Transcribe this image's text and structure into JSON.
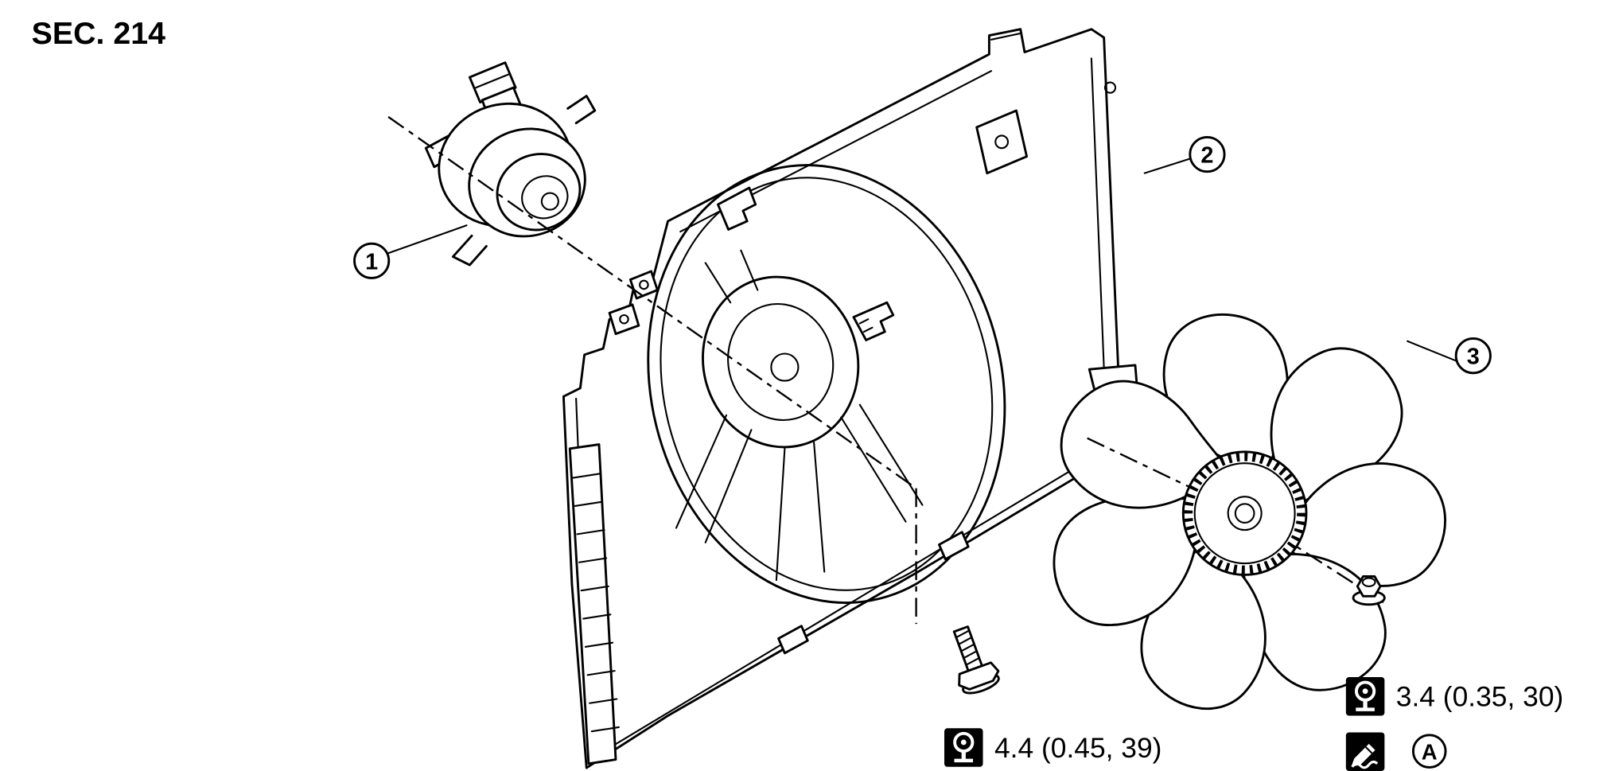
{
  "page": {
    "section_title": "SEC. 214"
  },
  "callouts": {
    "c1": "1",
    "c2": "2",
    "c3": "3"
  },
  "torque_specs": {
    "bolt": "4.4 (0.45, 39)",
    "nut": "3.4 (0.35, 30)"
  },
  "sealant_code": "A",
  "icons": {
    "torque": "torque-wrench-icon",
    "sealant": "sealant-applicator-icon"
  },
  "colors": {
    "line": "#000000",
    "background": "#ffffff"
  }
}
